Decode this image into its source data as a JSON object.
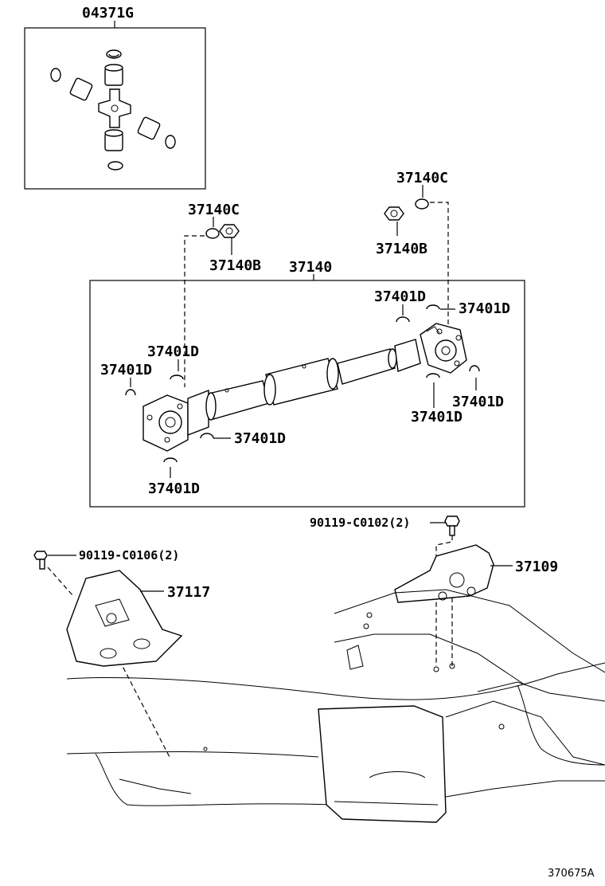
{
  "labels": {
    "kit": "04371G",
    "nut_cap_left": "37140C",
    "nut_cap_right": "37140C",
    "nut_left": "37140B",
    "nut_right": "37140B",
    "shaft_assy": "37140",
    "clip_1": "37401D",
    "clip_2": "37401D",
    "clip_3": "37401D",
    "clip_4": "37401D",
    "clip_5": "37401D",
    "clip_6": "37401D",
    "clip_7": "37401D",
    "clip_8": "37401D",
    "bolt_right": "90119-C0102(2)",
    "bolt_left": "90119-C0106(2)",
    "bracket_right": "37109",
    "bracket_left": "37117"
  },
  "reference_code": "370675A"
}
